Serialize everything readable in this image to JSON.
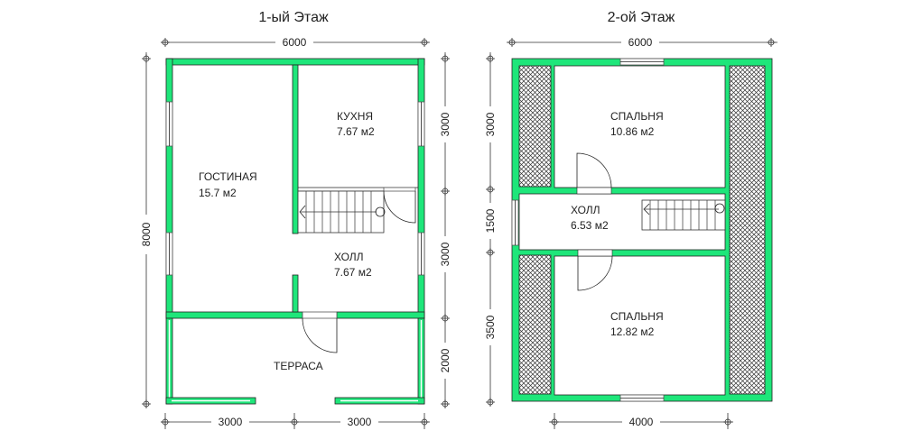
{
  "floor1": {
    "title": "1-ый Этаж",
    "dims": {
      "top": "6000",
      "left": "8000",
      "right": [
        "3000",
        "3000",
        "2000"
      ],
      "bottom": [
        "3000",
        "3000"
      ]
    },
    "rooms": [
      {
        "name": "ГОСТИНАЯ",
        "area": "15.7 м2"
      },
      {
        "name": "КУХНЯ",
        "area": "7.67 м2"
      },
      {
        "name": "ХОЛЛ",
        "area": "7.67 м2"
      },
      {
        "name": "ТЕРРАСА"
      }
    ]
  },
  "floor2": {
    "title": "2-ой Этаж",
    "dims": {
      "top": "6000",
      "left": [
        "3000",
        "1500",
        "3500"
      ],
      "bottom": "4000"
    },
    "rooms": [
      {
        "name": "СПАЛЬНЯ",
        "area": "10.86 м2"
      },
      {
        "name": "ХОЛЛ",
        "area": "6.53 м2"
      },
      {
        "name": "СПАЛЬНЯ",
        "area": "12.82 м2"
      }
    ]
  },
  "colors": {
    "wall": "#1ee67a"
  }
}
